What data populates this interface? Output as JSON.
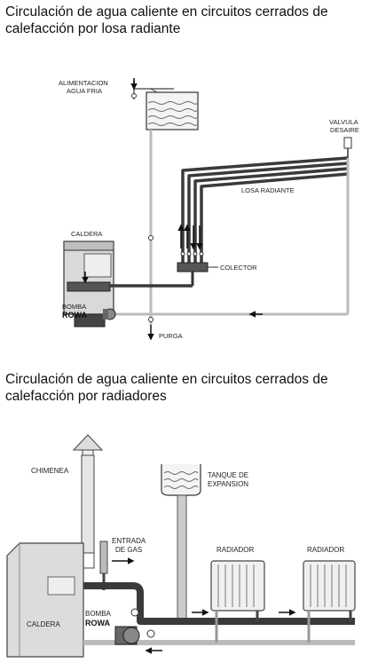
{
  "diagram1": {
    "title": "Circulación de agua caliente en circuitos cerrados de calefacción por losa radiante",
    "labels": {
      "alimentacion_1": "ALIMENTACION",
      "alimentacion_2": "AGUA FRIA",
      "valvula_1": "VALVULA",
      "valvula_2": "DESAIRE",
      "losa": "LOSA RADIANTE",
      "caldera": "CALDERA",
      "colector": "COLECTOR",
      "bomba": "BOMBA",
      "rowa": "ROWA",
      "purga": "PURGA"
    }
  },
  "diagram2": {
    "title": "Circulación de agua caliente en circuitos cerrados de calefacción por radiadores",
    "labels": {
      "chimenea": "CHIMENEA",
      "tanque_1": "TANQUE DE",
      "tanque_2": "EXPANSION",
      "entrada_1": "ENTRADA",
      "entrada_2": "DE GAS",
      "radiador_1": "RADIADOR",
      "radiador_2": "RADIADOR",
      "caldera": "CALDERA",
      "bomba": "BOMBA",
      "rowa": "ROWA"
    }
  },
  "colors": {
    "pipe_dark": "#3a3a3a",
    "pipe_light": "#c8c8c8",
    "equipment": "#d9d9d9",
    "water": "#e8e8e8"
  }
}
